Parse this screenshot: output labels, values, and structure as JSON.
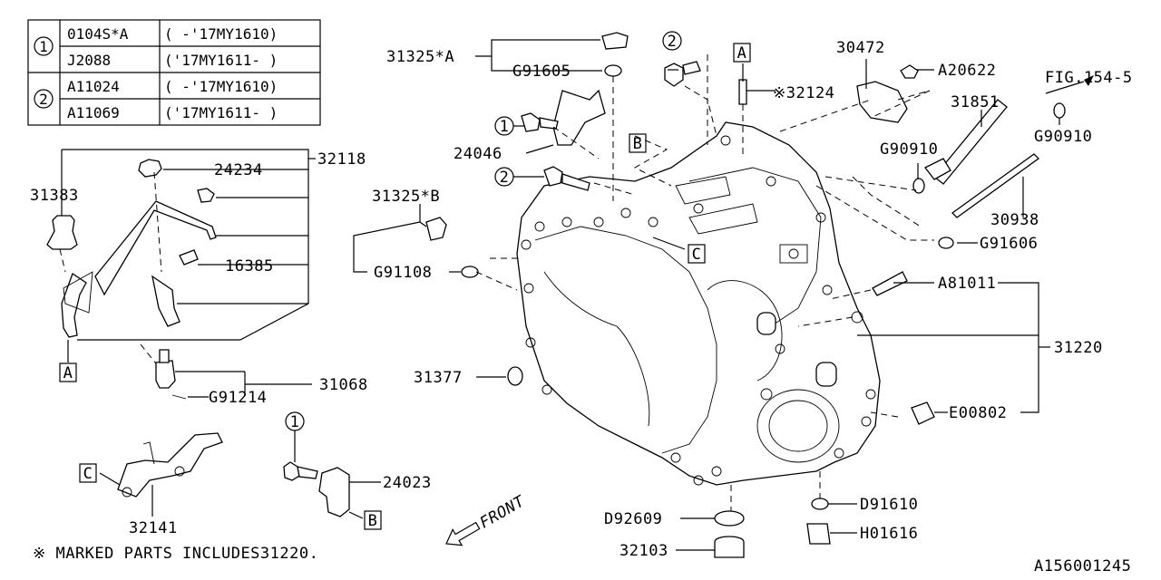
{
  "ref_table": {
    "rows": [
      {
        "ref": "1",
        "part": "0104S*A",
        "range": "( -'17MY1610)"
      },
      {
        "ref": "",
        "part": "J2088",
        "range": "('17MY1611- )"
      },
      {
        "ref": "2",
        "part": "A11024",
        "range": "( -'17MY1610)"
      },
      {
        "ref": "",
        "part": "A11069",
        "range": "('17MY1611- )"
      }
    ]
  },
  "callouts": {
    "p31325a": "31325*A",
    "g91605": "G91605",
    "ref2_top": "2",
    "boxA_top": "A",
    "p32124": "※32124",
    "p30472": "30472",
    "a20622": "A20622",
    "fig": "FIG.154-5",
    "p31851": "31851",
    "g90910_left": "G90910",
    "g90910_right": "G90910",
    "ref1_mid": "1",
    "p24046": "24046",
    "boxB_top": "B",
    "ref2_mid": "2",
    "p24234": "24234",
    "p32118": "32118",
    "p31383": "31383",
    "p16385": "16385",
    "p31325b": "31325*B",
    "boxC_mid": "C",
    "g91108": "G91108",
    "p30938": "30938",
    "g91606": "G91606",
    "a81011": "A81011",
    "p31220": "31220",
    "boxA_left": "A",
    "p31068": "31068",
    "g91214": "G91214",
    "p31377": "31377",
    "e00802": "E00802",
    "ref1_low": "1",
    "p24023": "24023",
    "boxB_low": "B",
    "boxC_low": "C",
    "p32141": "32141",
    "front": "FRONT",
    "d92609": "D92609",
    "d91610": "D91610",
    "h01616": "H01616",
    "p32103": "32103",
    "note": "※ MARKED PARTS INCLUDES31220.",
    "diagram_id": "A156001245"
  }
}
